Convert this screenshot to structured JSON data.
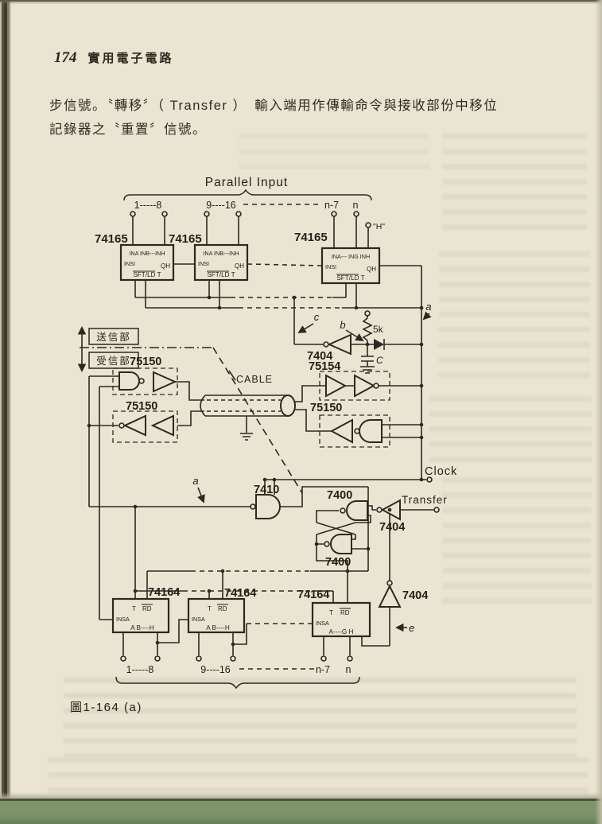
{
  "page": {
    "page_number": "174",
    "book_title": "實用電子電路",
    "paragraph_line1": "步信號。〝轉移〞（ Transfer ）　輸入端用作傳輸命令與接收部份中移位",
    "paragraph_line2": "記錄器之〝重置〞信號。",
    "caption": "圖1-164 (a)"
  },
  "colors": {
    "paper": "#eae5d3",
    "ink": "#2b2922",
    "edge_green": "#7e9569"
  },
  "diagram": {
    "parallel_input": "Parallel Input",
    "pins_1_8": "1-----8",
    "pins_9_16": "9----16",
    "pins_n7": "n-7",
    "pins_n": "n",
    "h_high": "\"H\"",
    "label_74165": "74165",
    "r74165": {
      "row_in_abh": "INA INB---INH",
      "row_in_agh": "INA--- ING INH",
      "in_si": "INSI",
      "q_h": "QH",
      "sft_ld": "SFT/LD T"
    },
    "label_74164": "74164",
    "r74164": {
      "t": "T",
      "rd": "RD",
      "in_sa": "INSA",
      "row_ab_h": "A B----H",
      "row_a_gh": "A----G H"
    },
    "sender": "送信部",
    "receiver": "受信部",
    "cable": "CABLE",
    "label_75150": "75150",
    "label_75154": "75154",
    "label_7404": "7404",
    "label_7410": "7410",
    "label_7400": "7400",
    "clock": "Clock",
    "transfer": "Transfer",
    "resistor_5k": "5k",
    "cap_c": "C",
    "net_a": "a",
    "net_b": "b",
    "net_c": "c",
    "net_e": "e"
  }
}
